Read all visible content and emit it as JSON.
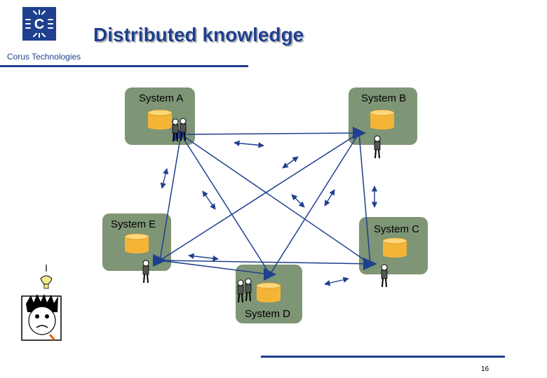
{
  "header": {
    "title": "Distributed knowledge",
    "company": "Corus Technologies",
    "logo_letter": "C"
  },
  "systems": {
    "a": {
      "label": "System A"
    },
    "b": {
      "label": "System B"
    },
    "c": {
      "label": "System C"
    },
    "d": {
      "label": "System D"
    },
    "e": {
      "label": "System E"
    }
  },
  "footer": {
    "page_number": "16"
  },
  "colors": {
    "brand_blue": "#1f3f8f",
    "system_box": "#7e9576",
    "database": "#f4b536",
    "connector_line": "#1f3f8f"
  }
}
